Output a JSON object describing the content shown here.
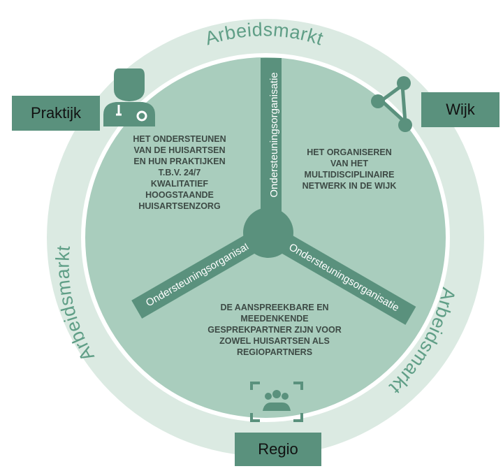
{
  "ring_labels": {
    "top": "Arbeidsmarkt",
    "left": "Arbeidsmarkt",
    "right": "Arbeidsmarkt"
  },
  "boxes": {
    "praktijk": "Praktijk",
    "wijk": "Wijk",
    "regio": "Regio"
  },
  "arm_label": "Ondersteuningsorganisatie",
  "sectors": {
    "top_left": [
      "HET ONDERSTEUNEN",
      "VAN DE HUISARTSEN",
      "EN HUN PRAKTIJKEN",
      "T.B.V. 24/7",
      "KWALITATIEF",
      "HOOGSTAANDE",
      "HUISARTSENZORG"
    ],
    "top_right": [
      "HET ORGANISEREN",
      "VAN HET",
      "MULTIDISCIPLINAIRE",
      "NETWERK IN DE WIJK"
    ],
    "bottom": [
      "DE AANSPREEKBARE EN",
      "MEEDENKENDE",
      "GESPREKPARTNER ZIJN VOOR",
      "ZOWEL HUISARTSEN ALS",
      "REGIOPARTNERS"
    ]
  },
  "icons": {
    "praktijk": "doctor-icon",
    "wijk": "network-icon",
    "regio": "group-focus-icon"
  },
  "colors": {
    "outer_ring": "#dbeae2",
    "inner_disc": "#a9cdbd",
    "hub": "#5a917d",
    "arm": "#5a917d",
    "box": "#5a917d",
    "ring_text": "#5f9e86"
  }
}
